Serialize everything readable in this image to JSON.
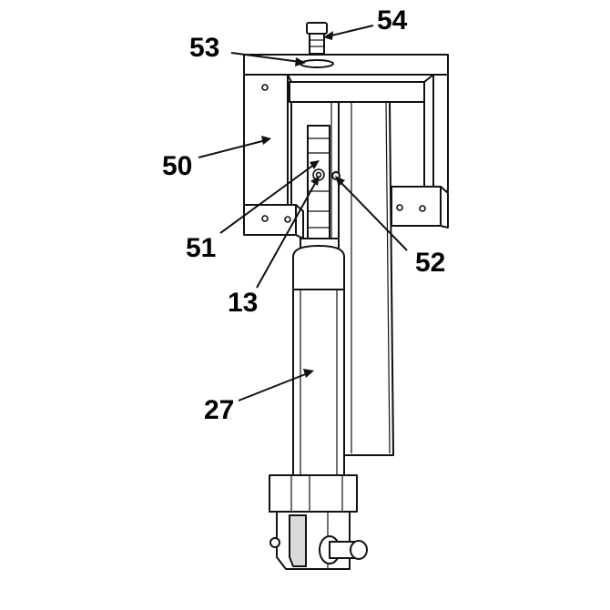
{
  "diagram": {
    "callouts": [
      {
        "id": "54",
        "label": "54"
      },
      {
        "id": "53",
        "label": "53"
      },
      {
        "id": "50",
        "label": "50"
      },
      {
        "id": "51",
        "label": "51"
      },
      {
        "id": "52",
        "label": "52"
      },
      {
        "id": "13",
        "label": "13"
      },
      {
        "id": "27",
        "label": "27"
      }
    ]
  }
}
